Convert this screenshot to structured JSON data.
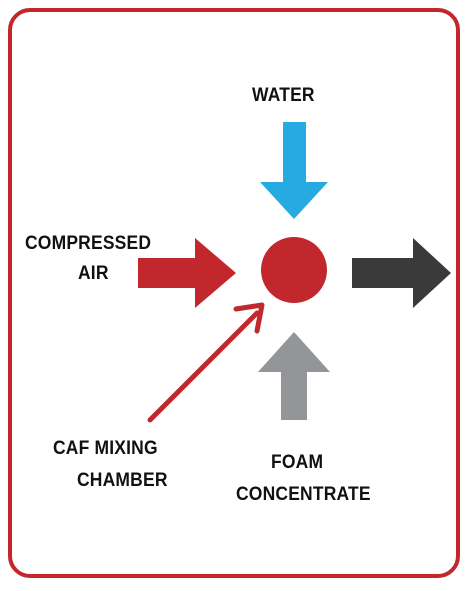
{
  "labels": {
    "water": "WATER",
    "compressed_air_line1": "COMPRESSED",
    "compressed_air_line2": "AIR",
    "caf_line1": "CAF MIXING",
    "caf_line2": "CHAMBER",
    "foam_line1": "FOAM",
    "foam_line2": "CONCENTRATE"
  },
  "colors": {
    "border": "#c1272d",
    "water_arrow": "#27aae1",
    "air_arrow": "#c1272d",
    "chamber": "#c1272d",
    "foam_arrow": "#939598",
    "output_arrow": "#3a3a3a",
    "pointer_line": "#c1272d"
  }
}
